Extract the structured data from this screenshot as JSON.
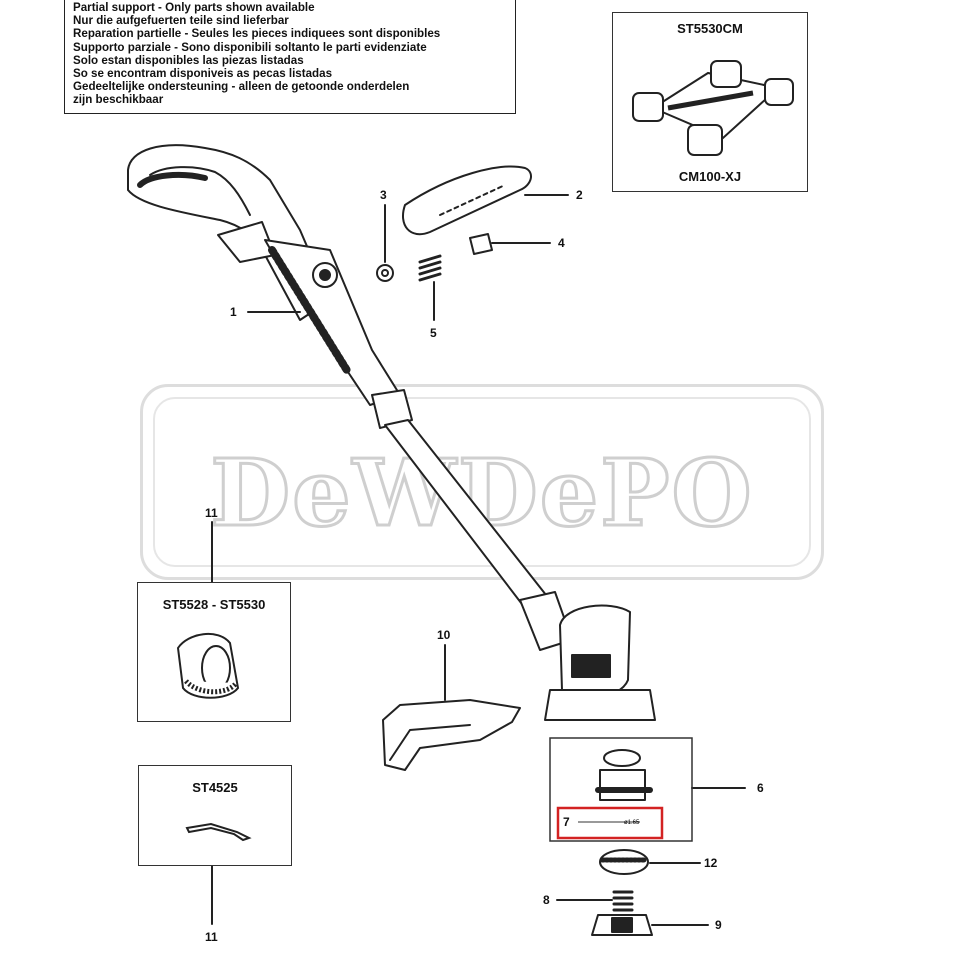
{
  "notice": {
    "lines": [
      "Partial support - Only parts shown available",
      "Nur die aufgefuerten teile sind lieferbar",
      "Reparation partielle - Seules les pieces indiquees sont disponibles",
      "Supporto parziale - Sono disponibili soltanto le parti evidenziate",
      "Solo estan disponibles las piezas listadas",
      "So se encontram disponiveis as pecas listadas",
      "Gedeeltelijke ondersteuning - alleen de getoonde onderdelen",
      "zijn beschikbaar"
    ]
  },
  "watermark": "DeWDePO",
  "boxes": {
    "mower": {
      "title": "ST5530CM",
      "subtitle": "CM100-XJ"
    },
    "wheel": {
      "title": "ST5528 - ST5530"
    },
    "st4525": {
      "title": "ST4525"
    }
  },
  "callouts": {
    "n1": "1",
    "n2": "2",
    "n3": "3",
    "n4": "4",
    "n5": "5",
    "n6": "6",
    "n7": "7",
    "n8": "8",
    "n9": "9",
    "n10": "10",
    "n11a": "11",
    "n11b": "11",
    "n12": "12"
  },
  "colors": {
    "line": "#222222",
    "highlight": "#d32222",
    "watermark": "#d0d0d0"
  }
}
